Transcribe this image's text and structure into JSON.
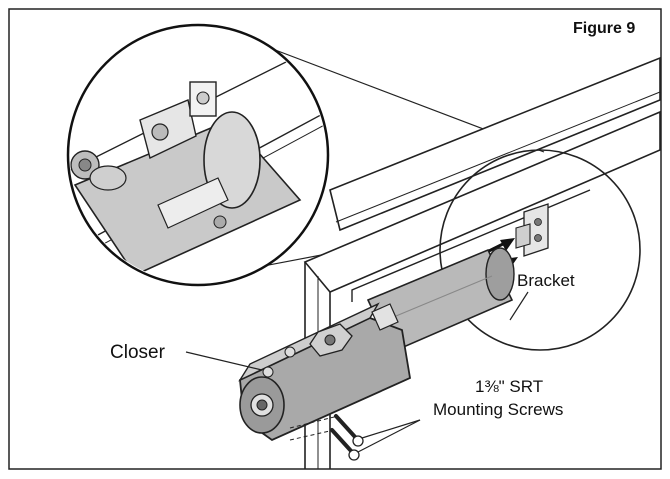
{
  "figure_label": "Figure 9",
  "labels": {
    "bracket": "Bracket",
    "closer": "Closer",
    "screws_line1": "1⅜\" SRT",
    "screws_line2": "Mounting Screws"
  }
}
